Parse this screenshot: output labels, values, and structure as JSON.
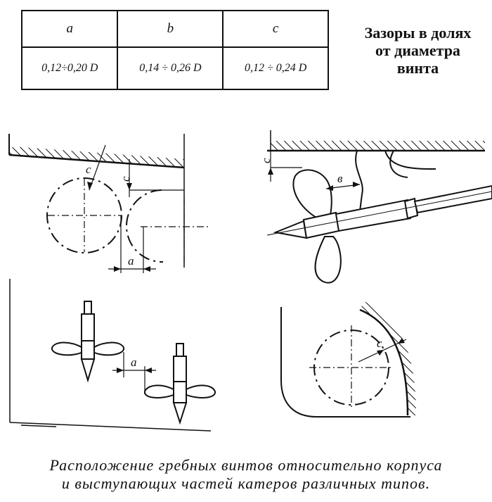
{
  "table": {
    "headers": [
      "a",
      "b",
      "c"
    ],
    "values": [
      "0,12÷0,20 D",
      "0,14 ÷ 0,26 D",
      "0,12 ÷ 0,24 D"
    ]
  },
  "note": {
    "line1": "Зазоры в долях",
    "line2": "от диаметра",
    "line3": "винта"
  },
  "labels": {
    "c": "c",
    "a": "a",
    "b": "в"
  },
  "caption": {
    "line1": "Расположение гребных винтов относительно корпуса",
    "line2": "и выступающих частей катеров различных типов."
  }
}
